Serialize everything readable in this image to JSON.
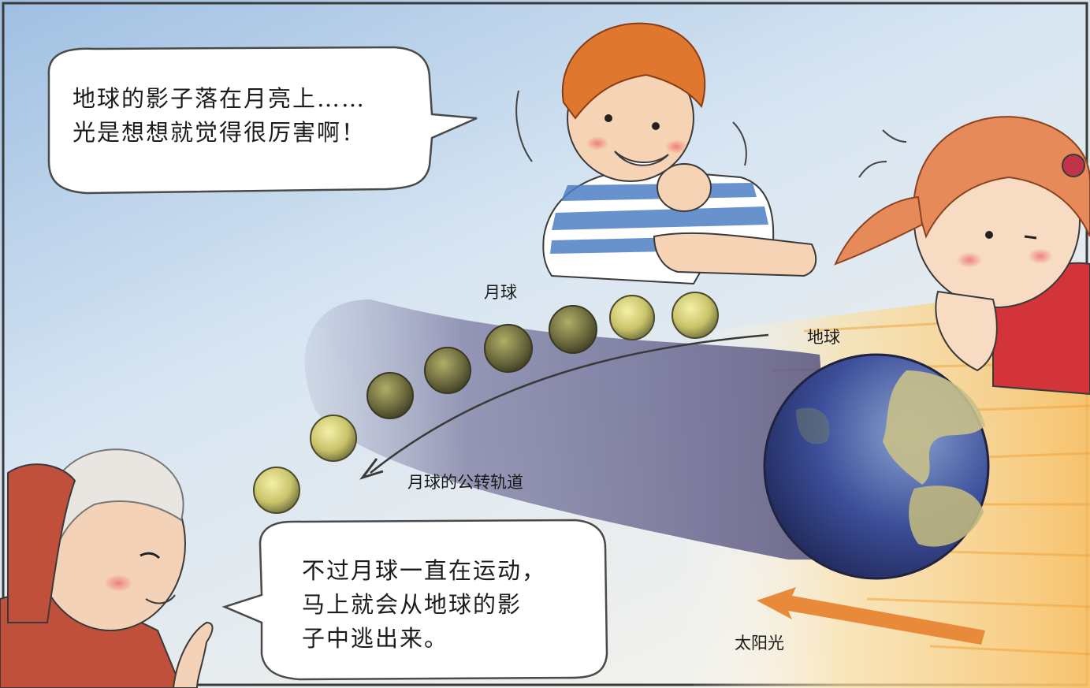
{
  "speech_bubbles": {
    "top_left": {
      "speaker": "boy",
      "lines": [
        "地球的影子落在月亮上……",
        "光是想想就觉得很厉害啊！"
      ]
    },
    "bottom": {
      "speaker": "grandmother",
      "lines": [
        "不过月球一直在运动，",
        "马上就会从地球的影",
        "子中逃出来。"
      ]
    }
  },
  "labels": {
    "moon": "月球",
    "earth": "地球",
    "moon_orbit": "月球的公转轨道",
    "sunlight": "太阳光"
  },
  "colors": {
    "sky": "#bcd3e9",
    "shadow": "#5c5a86",
    "moon": "#c9c46a",
    "earth_ocean": "#3d4f9a",
    "earth_land": "#c8c08a",
    "sunlight": "#f3b24a",
    "sun_arrow": "#e98a3a",
    "boy_hair": "#e0772e",
    "boy_shirt": "#4d7fc4",
    "girl_shirt": "#d2343a",
    "grandma_scarf": "#c0503c"
  },
  "characters": [
    "boy-striped-shirt",
    "girl-pigtails",
    "grandmother-headscarf"
  ]
}
